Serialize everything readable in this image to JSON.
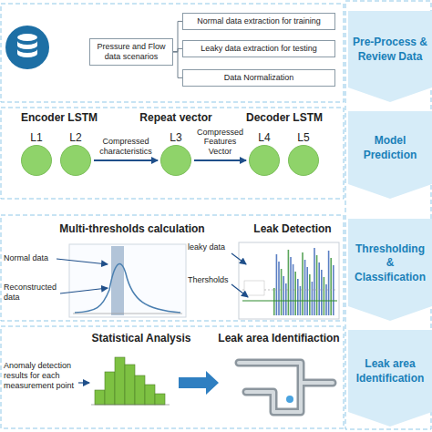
{
  "diagram": {
    "nodes": [
      {
        "text": [
          "Pressure and Flow data scenarios"
        ]
      },
      {
        "text": [
          "Normal data extraction for training"
        ]
      },
      {
        "text": [
          "Leaky data extraction for testing"
        ]
      },
      {
        "text": [
          "Data Normalization"
        ]
      },
      {
        "text": [
          "L1"
        ]
      },
      {
        "text": [
          "L2"
        ]
      },
      {
        "text": [
          "L3"
        ]
      },
      {
        "text": [
          "L4"
        ]
      },
      {
        "text": [
          "L5"
        ]
      },
      {
        "text": [
          "Pre-Process & Review Data"
        ]
      },
      {
        "text": [
          "Model Prediction"
        ]
      },
      {
        "text": [
          "Thresholding & Classification"
        ]
      },
      {
        "text": [
          "Leak area Identification"
        ]
      }
    ],
    "edges": [
      {
        "from": 0,
        "to": 1,
        "arrow": "none"
      },
      {
        "from": 0,
        "to": 2,
        "arrow": "none"
      },
      {
        "from": 0,
        "to": 3,
        "arrow": "none"
      },
      {
        "from": 5,
        "to": 6,
        "label": "Compressed characteristics",
        "arrow": "to"
      },
      {
        "from": 6,
        "to": 7,
        "label": "Compressed Features Vector",
        "arrow": "to"
      }
    ],
    "labels": [
      "Encoder LSTM",
      "Repeat vector",
      "Decoder LSTM",
      "Multi-thresholds calculation",
      "Normal data",
      "Reconstructed data",
      "Leak Detection",
      "leaky data",
      "Thersholds",
      "Statistical Analysis",
      "Anomaly detection results for each measurement point",
      "Leak area Identifiaction"
    ]
  }
}
